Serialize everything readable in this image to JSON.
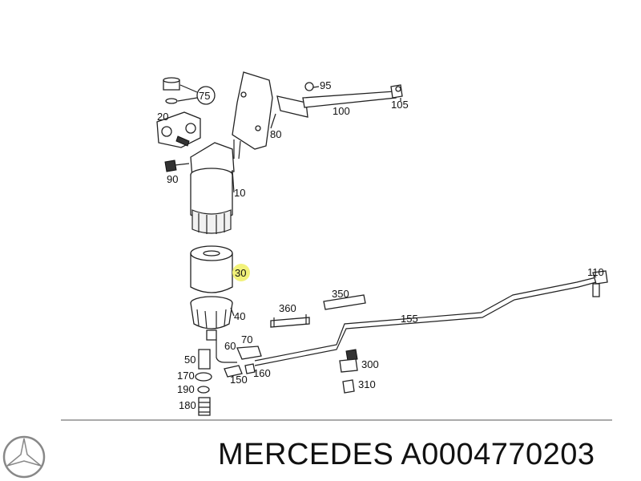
{
  "callouts": {
    "c10": "10",
    "c20": "20",
    "c30": "30",
    "c40": "40",
    "c50": "50",
    "c60": "60",
    "c70": "70",
    "c75": "75",
    "c80": "80",
    "c90": "90",
    "c95": "95",
    "c100": "100",
    "c105": "105",
    "c110": "110",
    "c150": "150",
    "c155": "155",
    "c160": "160",
    "c170": "170",
    "c180": "180",
    "c190": "190",
    "c300": "300",
    "c310": "310",
    "c350": "350",
    "c360": "360"
  },
  "footer": {
    "brand_text": "MERCEDES A0004770203",
    "logo_icon": "mercedes-star-icon"
  },
  "colors": {
    "highlight": "#f2f27a",
    "ink": "#222222"
  }
}
